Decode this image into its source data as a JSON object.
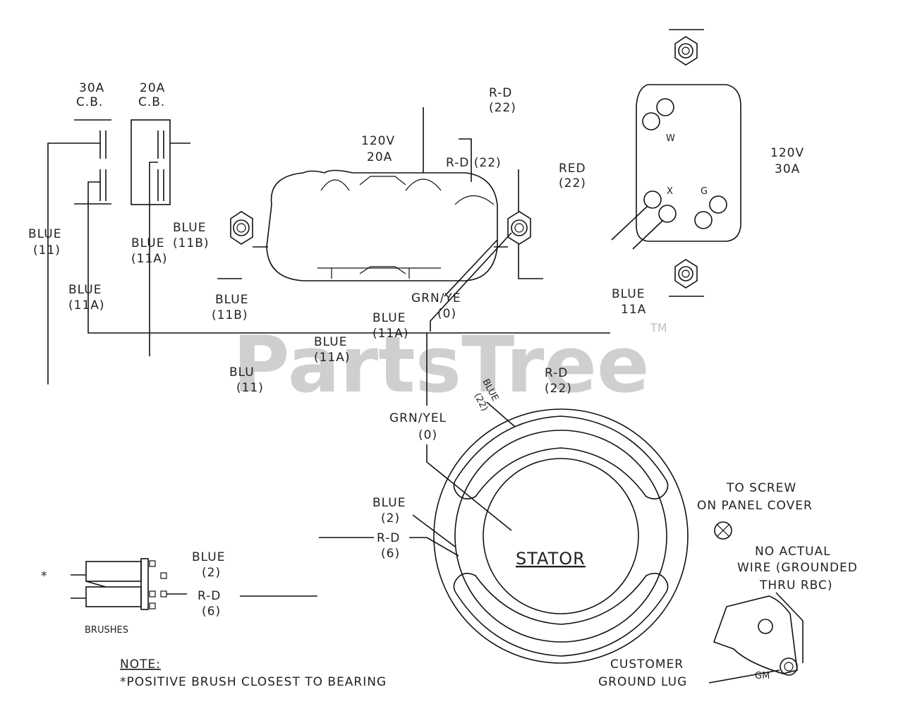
{
  "watermark": {
    "text": "PartsTree",
    "tm": "TM"
  },
  "breakers": {
    "cb30": {
      "line1": "30A",
      "line2": "C.B."
    },
    "cb20": {
      "line1": "20A",
      "line2": "C.B."
    }
  },
  "receptacle_120v_20a": {
    "line1": "120V",
    "line2": "20A"
  },
  "receptacle_120v_30a": {
    "line1": "120V",
    "line2": "30A",
    "terminal_w": "W",
    "terminal_x": "X",
    "terminal_g": "G"
  },
  "stator": {
    "label": "STATOR"
  },
  "brushes": {
    "label": "BRUSHES",
    "positive_mark": "*"
  },
  "wires": {
    "red_22_top": {
      "line1": "R-D",
      "line2": "(22)"
    },
    "red_22_a": {
      "text": "R-D (22)"
    },
    "red_22_b": {
      "line1": "RED",
      "line2": "(22)"
    },
    "red_22_stator": {
      "line1": "R-D",
      "line2": "(22)"
    },
    "blue_22_stator": {
      "line1": "BLUE",
      "line2": "(22)"
    },
    "blue_11_left": {
      "line1": "BLUE",
      "line2": "(11)"
    },
    "blue_11a_cb": {
      "line1": "BLUE",
      "line2": "(11A)"
    },
    "blue_11b_cb": {
      "line1": "BLUE",
      "line2": "(11B)"
    },
    "blue_11a_left": {
      "line1": "BLUE",
      "line2": "(11A)"
    },
    "blue_11b_mid": {
      "line1": "BLUE",
      "line2": "(11B)"
    },
    "blue_11a_mid": {
      "line1": "BLUE",
      "line2": "(11A)"
    },
    "blue_11a_low": {
      "line1": "BLUE",
      "line2": "(11A)"
    },
    "blue_11_low": {
      "line1": "BLU",
      "line2": "(11)"
    },
    "blue_11a_right": {
      "line1": "BLUE",
      "line2": "11A"
    },
    "grnyel_0_top": {
      "line1": "GRN/YE",
      "line2": "(0)"
    },
    "grnyel_0_low": {
      "line1": "GRN/YEL",
      "line2": "(0)"
    },
    "blue_2_stator": {
      "line1": "BLUE",
      "line2": "(2)"
    },
    "red_6_stator": {
      "line1": "R-D",
      "line2": "(6)"
    },
    "blue_2_brush": {
      "line1": "BLUE",
      "line2": "(2)"
    },
    "red_6_brush": {
      "line1": "R-D",
      "line2": "(6)"
    }
  },
  "annotations": {
    "screw": {
      "line1": "TO SCREW",
      "line2": "ON PANEL COVER"
    },
    "no_actual": {
      "line1": "NO ACTUAL",
      "line2": "WIRE (GROUNDED",
      "line3": "THRU RBC)"
    },
    "customer_ground": {
      "line1": "CUSTOMER",
      "line2": "GROUND LUG",
      "lug_tag": "GM"
    }
  },
  "note": {
    "heading": "NOTE:",
    "text": "*POSITIVE BRUSH CLOSEST TO BEARING"
  }
}
